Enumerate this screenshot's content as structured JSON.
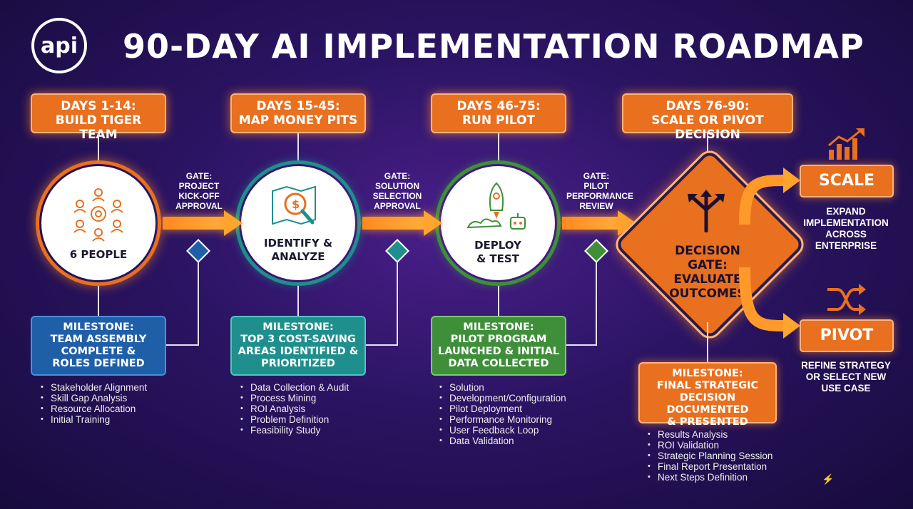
{
  "header": {
    "logo_text": "api",
    "title": "90-DAY AI IMPLEMENTATION ROADMAP"
  },
  "phases": [
    {
      "lines": [
        "DAYS 1-14:",
        "BUILD TIGER TEAM"
      ],
      "circle_label": [
        "6 PEOPLE"
      ],
      "icon": "team-gear-icon",
      "milestone": [
        "MILESTONE:",
        "TEAM ASSEMBLY",
        "COMPLETE &",
        "ROLES DEFINED"
      ],
      "bullets": [
        "Stakeholder Alignment",
        "Skill Gap Analysis",
        "Resource Allocation",
        "Initial Training"
      ]
    },
    {
      "lines": [
        "DAYS 15-45:",
        "MAP MONEY PITS"
      ],
      "circle_label": [
        "IDENTIFY &",
        "ANALYZE"
      ],
      "icon": "map-magnifier-icon",
      "milestone": [
        "MILESTONE:",
        "TOP 3 COST-SAVING",
        "AREAS IDENTIFIED &",
        "PRIORITIZED"
      ],
      "bullets": [
        "Data Collection & Audit",
        "Process Mining",
        "ROI Analysis",
        "Problem Definition",
        "Feasibility Study"
      ]
    },
    {
      "lines": [
        "DAYS 46-75:",
        "RUN PILOT"
      ],
      "circle_label": [
        "DEPLOY",
        "& TEST"
      ],
      "icon": "rocket-robot-icon",
      "milestone": [
        "MILESTONE:",
        "PILOT PROGRAM",
        "LAUNCHED & INITIAL",
        "DATA COLLECTED"
      ],
      "bullets": [
        "Solution",
        "Development/Configuration",
        "Pilot Deployment",
        "Performance Monitoring",
        "User Feedback Loop",
        "Data Validation"
      ]
    },
    {
      "lines": [
        "DAYS 76-90:",
        "SCALE OR PIVOT DECISION"
      ],
      "circle_label": [
        "DECISION GATE:",
        "EVALUATE",
        "OUTCOMES"
      ],
      "icon": "split-arrows-icon",
      "milestone": [
        "MILESTONE:",
        "FINAL STRATEGIC",
        "DECISION DOCUMENTED",
        "& PRESENTED"
      ],
      "bullets": [
        "Results Analysis",
        "ROI Validation",
        "Strategic Planning Session",
        "Final Report Presentation",
        "Next Steps Definition"
      ]
    }
  ],
  "gates": [
    [
      "GATE:",
      "PROJECT",
      "KICK-OFF",
      "APPROVAL"
    ],
    [
      "GATE:",
      "SOLUTION",
      "SELECTION",
      "APPROVAL"
    ],
    [
      "GATE:",
      "PILOT",
      "PERFORMANCE",
      "REVIEW"
    ]
  ],
  "outcomes": {
    "scale": {
      "label": "SCALE",
      "icon": "growth-chart-icon",
      "text": [
        "EXPAND",
        "IMPLEMENTATION",
        "ACROSS",
        "ENTERPRISE"
      ]
    },
    "pivot": {
      "label": "PIVOT",
      "icon": "shuffle-icon",
      "text": [
        "REFINE STRATEGY",
        "OR SELECT NEW",
        "USE CASE"
      ]
    }
  },
  "colors": {
    "accent": "#e8701f",
    "milestone_1": "#1f5fa8",
    "milestone_2": "#1e8f8c",
    "milestone_3": "#3f8f3a",
    "milestone_4": "#e8701f"
  }
}
